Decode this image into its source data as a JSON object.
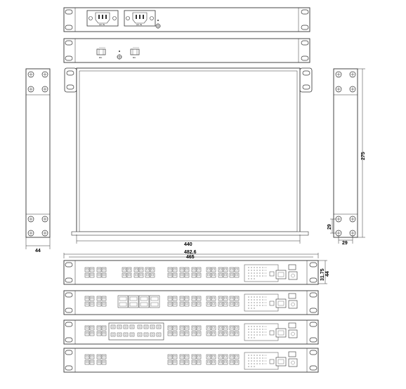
{
  "dimensions": {
    "chassis_width": "440",
    "front_width_outer": "482.6",
    "front_width_mount": "465",
    "side_depth": "275",
    "side_height": "44",
    "rack_height": "44",
    "hole_pitch": "31.75",
    "ear_offset": "29",
    "ear_depth": "29"
  },
  "rear_panel_1": {
    "psu_labels": [
      "AC IN",
      "AC IN"
    ]
  },
  "rear_panel_2": {
    "psu_labels": [
      "DC",
      "DC"
    ]
  },
  "front_panel_variants": [
    "front-view-variant-a",
    "front-view-variant-b",
    "front-view-variant-c",
    "front-view-variant-d"
  ],
  "colors": {
    "line": "#333333",
    "background": "#ffffff"
  }
}
